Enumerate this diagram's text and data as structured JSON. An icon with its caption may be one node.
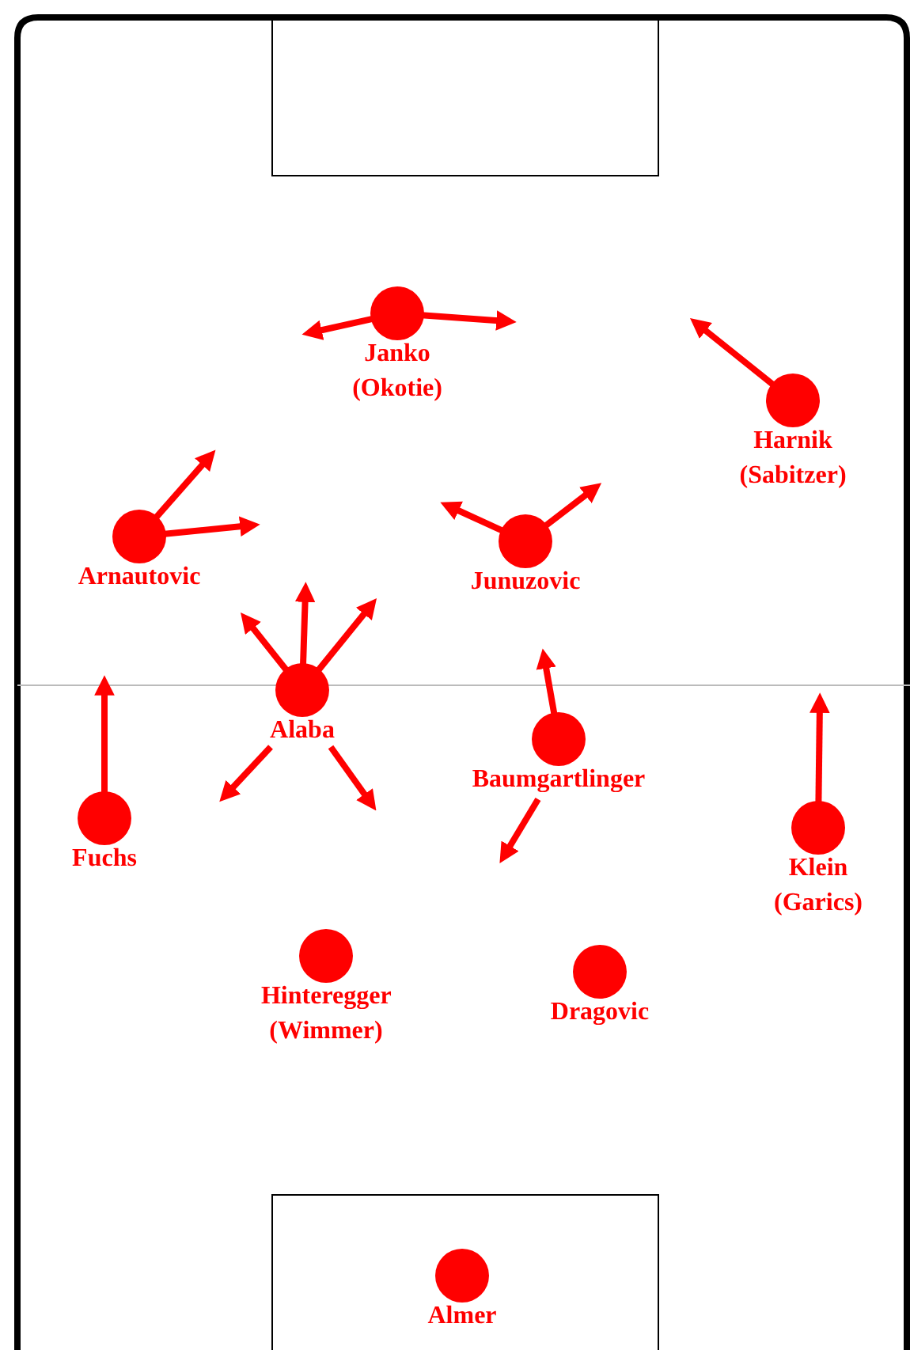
{
  "diagram": {
    "nodes": [
      {
        "text": [
          "Janko (Okotie)"
        ]
      },
      {
        "text": [
          "Harnik (Sabitzer)"
        ]
      },
      {
        "text": [
          "Arnautovic"
        ]
      },
      {
        "text": [
          "Junuzovic"
        ]
      },
      {
        "text": [
          "Alaba"
        ]
      },
      {
        "text": [
          "Fuchs"
        ]
      },
      {
        "text": [
          "Baumgartlinger"
        ]
      },
      {
        "text": [
          "Klein (Garics)"
        ]
      },
      {
        "text": [
          "Hinteregger (Wimmer)"
        ]
      },
      {
        "text": [
          "Dragovic"
        ]
      },
      {
        "text": [
          "Almer"
        ]
      }
    ],
    "edges": [
      {
        "from": 0,
        "to": null,
        "arrow": "to"
      },
      {
        "from": 0,
        "to": null,
        "arrow": "to"
      },
      {
        "from": 1,
        "to": null,
        "arrow": "to"
      },
      {
        "from": 2,
        "to": null,
        "arrow": "to"
      },
      {
        "from": 2,
        "to": null,
        "arrow": "to"
      },
      {
        "from": 3,
        "to": null,
        "arrow": "to"
      },
      {
        "from": 3,
        "to": null,
        "arrow": "to"
      },
      {
        "from": 4,
        "to": null,
        "arrow": "to"
      },
      {
        "from": 4,
        "to": null,
        "arrow": "to"
      },
      {
        "from": 4,
        "to": null,
        "arrow": "to"
      },
      {
        "from": 4,
        "to": null,
        "arrow": "to"
      },
      {
        "from": 4,
        "to": null,
        "arrow": "to"
      },
      {
        "from": 5,
        "to": null,
        "arrow": "to"
      },
      {
        "from": 6,
        "to": null,
        "arrow": "to"
      },
      {
        "from": 6,
        "to": null,
        "arrow": "to"
      },
      {
        "from": 7,
        "to": null,
        "arrow": "to"
      }
    ]
  }
}
